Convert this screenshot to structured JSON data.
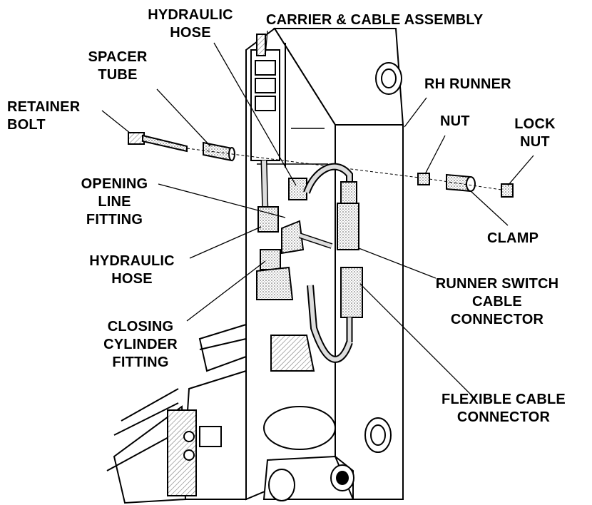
{
  "labels": {
    "hydraulic_hose_top": [
      "HYDRAULIC",
      "HOSE"
    ],
    "carrier_cable": [
      "CARRIER & CABLE ASSEMBLY"
    ],
    "spacer_tube": [
      "SPACER",
      "TUBE"
    ],
    "retainer_bolt": [
      "RETAINER",
      "BOLT"
    ],
    "rh_runner": [
      "RH RUNNER"
    ],
    "nut": [
      "NUT"
    ],
    "lock_nut": [
      "LOCK",
      "NUT"
    ],
    "opening_line_fitting": [
      "OPENING",
      "LINE",
      "FITTING"
    ],
    "clamp": [
      "CLAMP"
    ],
    "hydraulic_hose_lower": [
      "HYDRAULIC",
      "HOSE"
    ],
    "runner_switch_cable_connector": [
      "RUNNER SWITCH",
      "CABLE",
      "CONNECTOR"
    ],
    "closing_cylinder_fitting": [
      "CLOSING",
      "CYLINDER",
      "FITTING"
    ],
    "flexible_cable_connector": [
      "FLEXIBLE CABLE",
      "CONNECTOR"
    ]
  },
  "colors": {
    "line": "#000000",
    "hatch": "#8a8a8a",
    "background": "#ffffff"
  }
}
